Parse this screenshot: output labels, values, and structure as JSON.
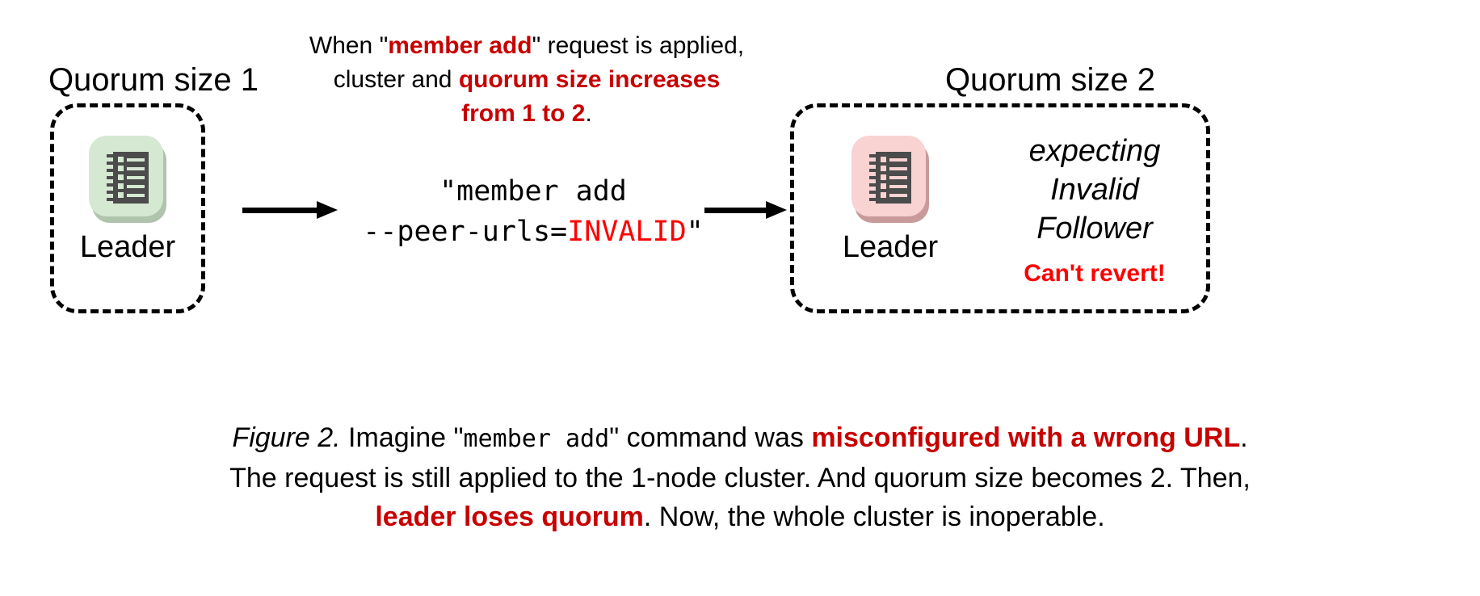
{
  "figure": {
    "diagram_type": "sequence-diagram",
    "title_left": "Quorum size 1",
    "title_right": "Quorum size 2"
  },
  "annotation": {
    "line1_a": "When \"",
    "line1_b": "member add",
    "line1_c": "\" request is applied,",
    "line2_a": "cluster and ",
    "line2_b": "quorum size increases",
    "line3_b": "from 1 to 2",
    "line3_c": "."
  },
  "left_node": {
    "quorum_label": "Quorum size 1",
    "role": "Leader",
    "icon": "server-log-icon",
    "tile_color": "#d5e8d2",
    "shadow_color": "#b0c3ad"
  },
  "right_node": {
    "quorum_label": "Quorum size 2",
    "role": "Leader",
    "icon": "server-log-icon",
    "tile_color": "#f9d2d2",
    "shadow_color": "#c99a9a"
  },
  "command": {
    "line1": "\"member add",
    "line2_a": "--peer-urls=",
    "line2_b": "INVALID",
    "line2_c": "\""
  },
  "status": {
    "line1": "expecting",
    "line2": "Invalid",
    "line3": "Follower",
    "warning": "Can't revert!"
  },
  "caption": {
    "l1_fig": "Figure 2.",
    "l1_a": " Imagine \"",
    "l1_mono": "member add",
    "l1_b": "\" command was ",
    "l1_red": "misconfigured with a wrong URL",
    "l1_c": ".",
    "l2": "The request is still applied to the 1-node cluster. And quorum size becomes 2. Then,",
    "l3_red": "leader loses quorum",
    "l3_a": ". Now, the whole cluster is inoperable."
  },
  "colors": {
    "dark_red": "#c80000",
    "bright_red": "#ff0000",
    "icon_body": "#4c4c4c",
    "text": "#000000",
    "background": "#ffffff"
  }
}
